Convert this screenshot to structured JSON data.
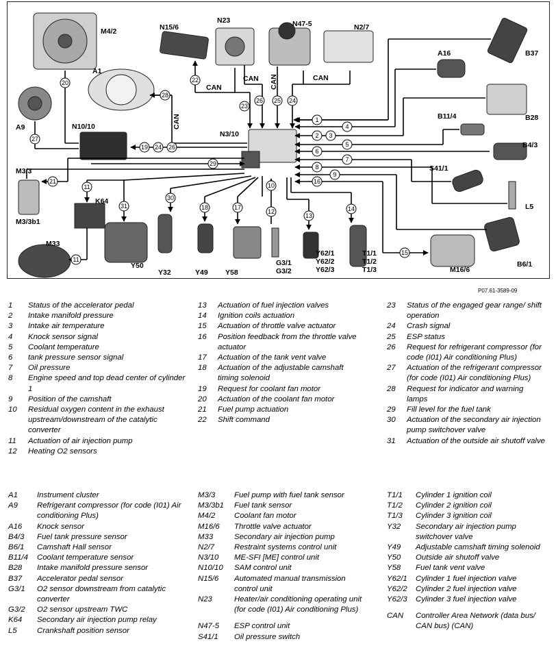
{
  "diagram": {
    "components": {
      "M4_2": "M4/2",
      "N15_6": "N15/6",
      "N23": "N23",
      "N47_5": "N47-5",
      "N2_7": "N2/7",
      "A1": "A1",
      "A16": "A16",
      "B37": "B37",
      "B28": "B28",
      "B11_4": "B11/4",
      "B4_3": "B4/3",
      "S41_1": "S41/1",
      "L5": "L5",
      "A9": "A9",
      "N10_10": "N10/10",
      "N3_10": "N3/10",
      "M3_3": "M3/3",
      "M3_3b1": "M3/3b1",
      "K64": "K64",
      "M33": "M33",
      "Y50": "Y50",
      "Y32": "Y32",
      "Y49": "Y49",
      "Y58": "Y58",
      "G3_1": "G3/1",
      "G3_2": "G3/2",
      "Y62_1": "Y62/1",
      "Y62_2": "Y62/2",
      "Y62_3": "Y62/3",
      "T1_1": "T1/1",
      "T1_2": "T1/2",
      "T1_3": "T1/3",
      "M16_6": "M16/6",
      "B6_1": "B6/1"
    },
    "bus_label": "CAN",
    "signal_numbers": {
      "s1": "1",
      "s2": "2",
      "s3": "3",
      "s4": "4",
      "s5": "5",
      "s6": "6",
      "s7": "7",
      "s8": "8",
      "s9": "9",
      "s10": "10",
      "s11": "11",
      "s12": "12",
      "s13": "13",
      "s14": "14",
      "s15": "15",
      "s16": "16",
      "s17": "17",
      "s18": "18",
      "s19": "19",
      "s20": "20",
      "s21": "21",
      "s22": "22",
      "s23": "23",
      "s24": "24",
      "s25": "25",
      "s26": "26",
      "s27": "27",
      "s28": "28",
      "s29": "29",
      "s30": "30",
      "s31": "31",
      "s24b": "24",
      "s26b": "26"
    },
    "figure_ref": "P07.61-3589-09"
  },
  "legend_numbers": [
    [
      {
        "code": "1",
        "text": "Status of the accelerator pedal"
      },
      {
        "code": "2",
        "text": "Intake manifold pressure"
      },
      {
        "code": "3",
        "text": "Intake air temperature"
      },
      {
        "code": "4",
        "text": "Knock sensor signal"
      },
      {
        "code": "5",
        "text": "Coolant temperature"
      },
      {
        "code": "6",
        "text": "tank pressure sensor signal"
      },
      {
        "code": "7",
        "text": "Oil pressure"
      },
      {
        "code": "8",
        "text": "Engine speed and top dead center of cylinder 1"
      },
      {
        "code": "9",
        "text": "Position of the camshaft"
      },
      {
        "code": "10",
        "text": "Residual oxygen content in the exhaust upstream/downstream of the catalytic converter"
      },
      {
        "code": "11",
        "text": "Actuation of air injection pump"
      },
      {
        "code": "12",
        "text": "Heating O2 sensors"
      }
    ],
    [
      {
        "code": "13",
        "text": "Actuation of fuel injection valves"
      },
      {
        "code": "14",
        "text": "Ignition coils actuation"
      },
      {
        "code": "15",
        "text": "Actuation of throttle valve actuator"
      },
      {
        "code": "16",
        "text": "Position feedback from the throttle valve actuator"
      },
      {
        "code": "17",
        "text": "Actuation of the tank vent valve"
      },
      {
        "code": "18",
        "text": "Actuation of the adjustable camshaft timing solenoid"
      },
      {
        "code": "19",
        "text": "Request for coolant fan motor"
      },
      {
        "code": "20",
        "text": "Actuation of the coolant fan motor"
      },
      {
        "code": "21",
        "text": "Fuel pump actuation"
      },
      {
        "code": "22",
        "text": "Shift command"
      }
    ],
    [
      {
        "code": "23",
        "text": "Status of the engaged gear range/ shift operation"
      },
      {
        "code": "24",
        "text": "Crash signal"
      },
      {
        "code": "25",
        "text": "ESP status"
      },
      {
        "code": "26",
        "text": "Request for refrigerant compressor (for code (I01) Air conditioning Plus)"
      },
      {
        "code": "27",
        "text": "Actuation of the refrigerant compressor (for code (I01) Air conditioning Plus)"
      },
      {
        "code": "28",
        "text": "Request for indicator and warning lamps"
      },
      {
        "code": "29",
        "text": "Fill level for the fuel tank"
      },
      {
        "code": "30",
        "text": "Actuation of the secondary air injection pump switchover valve"
      },
      {
        "code": "31",
        "text": "Actuation of the outside air shutoff valve"
      }
    ]
  ],
  "legend_components": [
    [
      {
        "code": "A1",
        "text": "Instrument cluster"
      },
      {
        "code": "A9",
        "text": "Refrigerant compressor (for code (I01) Air conditioning Plus)"
      },
      {
        "code": "A16",
        "text": "Knock sensor"
      },
      {
        "code": "B4/3",
        "text": "Fuel tank pressure sensor"
      },
      {
        "code": "B6/1",
        "text": "Camshaft Hall sensor"
      },
      {
        "code": "B11/4",
        "text": "Coolant temperature sensor"
      },
      {
        "code": "B28",
        "text": "Intake manifold pressure sensor"
      },
      {
        "code": "B37",
        "text": "Accelerator pedal sensor"
      },
      {
        "code": "G3/1",
        "text": "O2 sensor downstream from catalytic converter"
      },
      {
        "code": "G3/2",
        "text": "O2 sensor upstream TWC"
      },
      {
        "code": "K64",
        "text": "Secondary air injection pump relay"
      },
      {
        "code": "L5",
        "text": "Crankshaft position sensor"
      }
    ],
    [
      {
        "code": "M3/3",
        "text": "Fuel pump with fuel tank sensor"
      },
      {
        "code": "M3/3b1",
        "text": "Fuel tank sensor"
      },
      {
        "code": "M4/2",
        "text": "Coolant fan motor"
      },
      {
        "code": "M16/6",
        "text": "Throttle valve actuator"
      },
      {
        "code": "M33",
        "text": "Secondary air injection pump"
      },
      {
        "code": "N2/7",
        "text": "Restraint systems control unit"
      },
      {
        "code": "N3/10",
        "text": "ME-SFI [ME] control unit"
      },
      {
        "code": "N10/10",
        "text": "SAM control unit"
      },
      {
        "code": "N15/6",
        "text": "Automated manual transmission control unit"
      },
      {
        "code": "N23",
        "text": "Heater/air conditioning operating unit (for code (I01) Air conditioning Plus)"
      },
      {
        "code": "N47-5",
        "text": "ESP control unit"
      },
      {
        "code": "S41/1",
        "text": "Oil pressure switch"
      }
    ],
    [
      {
        "code": "T1/1",
        "text": "Cylinder 1 ignition coil"
      },
      {
        "code": "T1/2",
        "text": "Cylinder 2 ignition coil"
      },
      {
        "code": "T1/3",
        "text": "Cylinder 3 ignition coil"
      },
      {
        "code": "Y32",
        "text": "Secondary air injection pump switchover valve"
      },
      {
        "code": "Y49",
        "text": "Adjustable camshaft timing solenoid"
      },
      {
        "code": "Y50",
        "text": "Outside air shutoff valve"
      },
      {
        "code": "Y58",
        "text": "Fuel tank vent valve"
      },
      {
        "code": "Y62/1",
        "text": "Cylinder 1 fuel injection valve"
      },
      {
        "code": "Y62/2",
        "text": "Cylinder 2 fuel injection valve"
      },
      {
        "code": "Y62/3",
        "text": "Cylinder 3 fuel injection valve"
      },
      {
        "code": "CAN",
        "text": "Controller Area Network (data bus/ CAN bus) (CAN)"
      }
    ]
  ]
}
